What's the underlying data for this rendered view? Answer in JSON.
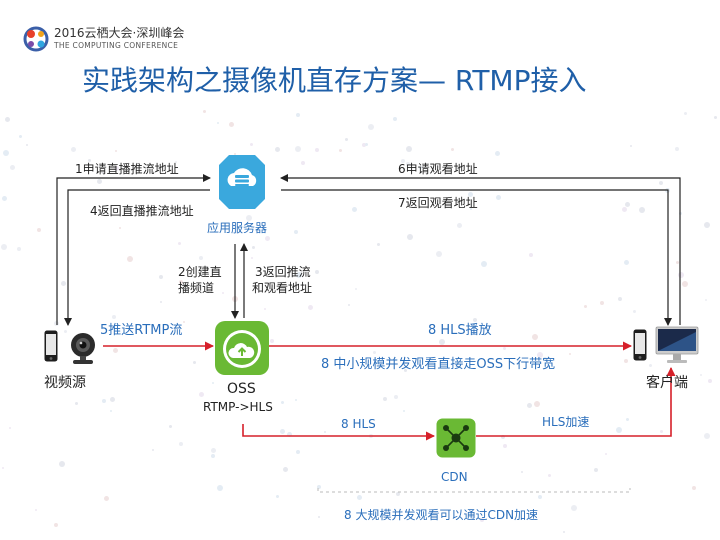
{
  "conference": {
    "line1": "2016云栖大会·深圳峰会",
    "line2": "THE COMPUTING CONFERENCE"
  },
  "title": "实践架构之摄像机直存方案— RTMP接入",
  "nodes": {
    "app_server": "应用服务器",
    "source": "视频源",
    "oss": "OSS",
    "oss_protocol": "RTMP->HLS",
    "client": "客户端",
    "cdn": "CDN"
  },
  "steps": {
    "s1": "1申请直播推流地址",
    "s4": "4返回直播推流地址",
    "s2_line1": "2创建直",
    "s2_line2": "播频道",
    "s3_line1": "3返回推流",
    "s3_line2": "和观看地址",
    "s5": "5推送RTMP流",
    "s6": "6申请观看地址",
    "s7": "7返回观看地址",
    "s8_hls_play": "8 HLS播放",
    "s8_small": "8 中小规模并发观看直接走OSS下行带宽",
    "s8_hls": "8 HLS",
    "hls_accel": "HLS加速",
    "s8_large": "8 大规模并发观看可以通过CDN加速"
  },
  "colors": {
    "title": "#1f5fa8",
    "blue_text": "#2a6ebb",
    "red_arrow": "#d6202a",
    "black_arrow": "#222222",
    "green_node": "#6ab934",
    "server_blue": "#3aa8dd"
  },
  "icons": {
    "app_server": "cloud-server-icon",
    "oss": "cloud-storage-icon",
    "cdn": "network-hub-icon",
    "source": "phone-and-webcam-icon",
    "client": "phone-and-monitor-icon",
    "logo": "conference-logo-icon"
  }
}
